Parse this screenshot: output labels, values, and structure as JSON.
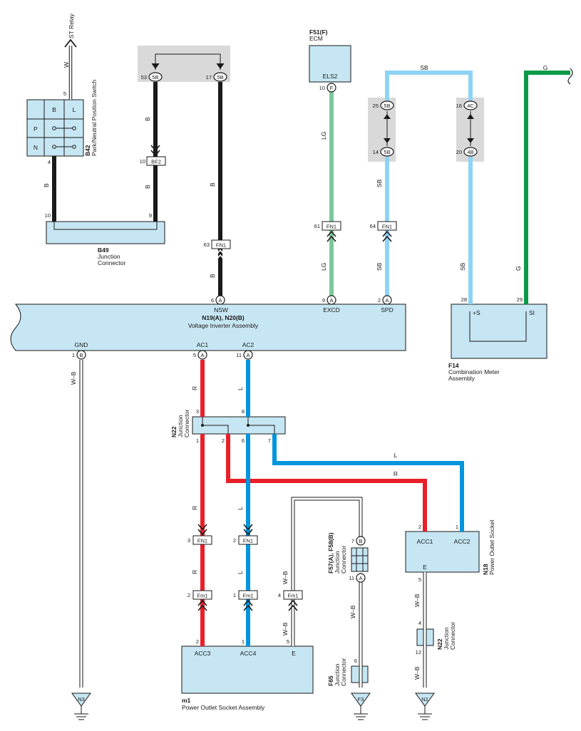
{
  "components": {
    "b42": {
      "code": "B42",
      "name": "Park/Neutral Position Switch",
      "cells": [
        "B",
        "L",
        "P",
        "N"
      ]
    },
    "b49": {
      "code": "B49",
      "name1": "Junction",
      "name2": "Connector"
    },
    "f51": {
      "code": "F51(F)",
      "name": "ECM",
      "terminal": "ELS2"
    },
    "n19": {
      "code": "N19(A), N20(B)",
      "name": "Voltage Inverter Assembly",
      "t_nsw": "NSW",
      "t_excd": "EXCD",
      "t_spd": "SPD",
      "t_gnd": "GND",
      "t_ac1": "AC1",
      "t_ac2": "AC2"
    },
    "f14": {
      "code": "F14",
      "name1": "Combination Meter",
      "name2": "Assembly",
      "t_s": "+S",
      "t_si": "SI"
    },
    "n22a": {
      "code": "N22",
      "name1": "Junction",
      "name2": "Connector"
    },
    "n18": {
      "code": "N18",
      "name": "Power Outlet Socket",
      "t_acc1": "ACC1",
      "t_acc2": "ACC2",
      "t_e": "E"
    },
    "m1": {
      "code": "m1",
      "name": "Power Outlet Socket Assembly",
      "t_acc3": "ACC3",
      "t_acc4": "ACC4",
      "t_e": "E"
    },
    "f57": {
      "code": "F57(A), F58(B)",
      "name1": "Junction",
      "name2": "Connector"
    },
    "f65": {
      "code": "F65",
      "name1": "Junction",
      "name2": "Connector"
    },
    "n22b": {
      "code": "N22",
      "name1": "Junction",
      "name2": "Connector"
    }
  },
  "connectors": {
    "fn1": "FN1",
    "bf2": "BF2",
    "fm1": "Fm1"
  },
  "pin_letters": {
    "a": "A",
    "b": "B",
    "f": "F",
    "c5b": "5B",
    "c4c": "4C",
    "c4b": "4B"
  },
  "signals": {
    "st_relay": "ST Relay"
  },
  "grounds": {
    "n3": "N3",
    "f3": "F3",
    "n2": "N2"
  },
  "wire_colors": {
    "w": "W",
    "b": "B",
    "lg": "LG",
    "sb": "SB",
    "g": "G",
    "r": "R",
    "l": "L",
    "wb": "W–B"
  },
  "pin_numbers": {
    "p1": "1",
    "p2": "2",
    "p3": "3",
    "p4": "4",
    "p5": "5",
    "p6": "6",
    "p7": "7",
    "p8": "8",
    "p9": "9",
    "p10": "10",
    "p11": "11",
    "p12": "12",
    "p14": "14",
    "p16": "16",
    "p17": "17",
    "p20": "20",
    "p25": "25",
    "p28": "28",
    "p29": "29",
    "p53": "53",
    "p61": "61",
    "p63": "63",
    "p64": "64"
  },
  "colors": {
    "black_wire": "#1a1a1a",
    "red_wire": "#e8202a",
    "blue_wire": "#0095dd",
    "skyblue_wire": "#8fd3f4",
    "lightgreen_wire": "#7cc89b",
    "green_wire": "#0a9a48",
    "component_fill": "#c6e6f3",
    "junction_gray": "#d9d9d9"
  }
}
